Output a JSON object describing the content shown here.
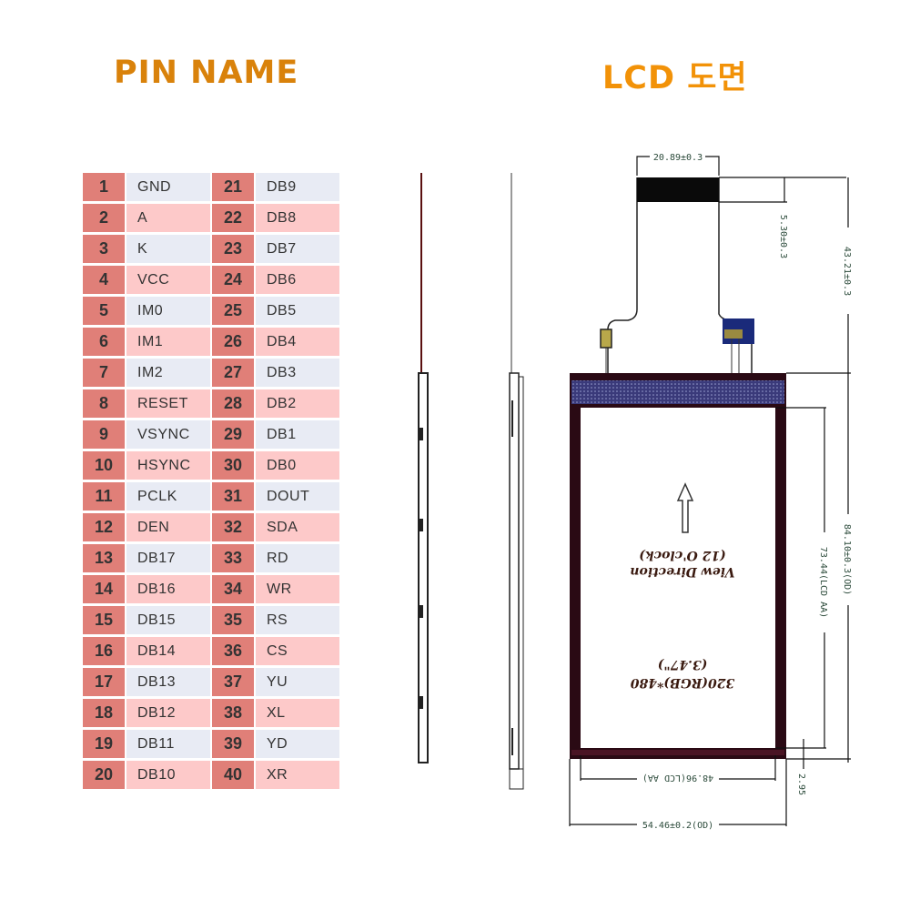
{
  "headings": {
    "pin_name": "PIN NAME",
    "lcd_drawing": "LCD 도면"
  },
  "colors": {
    "pin_heading": "#d9820b",
    "lcd_heading": "#f29208",
    "pin_number_cell": "#e07f78",
    "row_light_blue": "#e8ebf4",
    "row_light_pink": "#fdc9c9"
  },
  "pins": [
    {
      "left_no": "1",
      "left_name": "GND",
      "right_no": "21",
      "right_name": "DB9"
    },
    {
      "left_no": "2",
      "left_name": "A",
      "right_no": "22",
      "right_name": "DB8"
    },
    {
      "left_no": "3",
      "left_name": "K",
      "right_no": "23",
      "right_name": "DB7"
    },
    {
      "left_no": "4",
      "left_name": "VCC",
      "right_no": "24",
      "right_name": "DB6"
    },
    {
      "left_no": "5",
      "left_name": "IM0",
      "right_no": "25",
      "right_name": "DB5"
    },
    {
      "left_no": "6",
      "left_name": "IM1",
      "right_no": "26",
      "right_name": "DB4"
    },
    {
      "left_no": "7",
      "left_name": "IM2",
      "right_no": "27",
      "right_name": "DB3"
    },
    {
      "left_no": "8",
      "left_name": "RESET",
      "right_no": "28",
      "right_name": "DB2"
    },
    {
      "left_no": "9",
      "left_name": "VSYNC",
      "right_no": "29",
      "right_name": "DB1"
    },
    {
      "left_no": "10",
      "left_name": "HSYNC",
      "right_no": "30",
      "right_name": "DB0"
    },
    {
      "left_no": "11",
      "left_name": "PCLK",
      "right_no": "31",
      "right_name": "DOUT"
    },
    {
      "left_no": "12",
      "left_name": "DEN",
      "right_no": "32",
      "right_name": "SDA"
    },
    {
      "left_no": "13",
      "left_name": "DB17",
      "right_no": "33",
      "right_name": "RD"
    },
    {
      "left_no": "14",
      "left_name": "DB16",
      "right_no": "34",
      "right_name": "WR"
    },
    {
      "left_no": "15",
      "left_name": "DB15",
      "right_no": "35",
      "right_name": "RS"
    },
    {
      "left_no": "16",
      "left_name": "DB14",
      "right_no": "36",
      "right_name": "CS"
    },
    {
      "left_no": "17",
      "left_name": "DB13",
      "right_no": "37",
      "right_name": "YU"
    },
    {
      "left_no": "18",
      "left_name": "DB12",
      "right_no": "38",
      "right_name": "XL"
    },
    {
      "left_no": "19",
      "left_name": "DB11",
      "right_no": "39",
      "right_name": "YD"
    },
    {
      "left_no": "20",
      "left_name": "DB10",
      "right_no": "40",
      "right_name": "XR"
    }
  ],
  "drawing": {
    "dimensions": {
      "fpc_width": "20.89±0.3",
      "stiffener_height": "5.30±0.3",
      "fpc_length": "43.21±0.3",
      "outline_height": "84.10±0.3(OD)",
      "active_area_height": "73.44(LCD AA)",
      "active_area_width": "48.96(LCD AA)",
      "outline_width": "54.46±0.2(OD)",
      "bottom_margin": "2.95"
    },
    "labels": {
      "resolution": "320(RGB)*480",
      "size": "(3.47\")",
      "view_direction": "View Direction",
      "view_clock": "(12 O'clock)"
    }
  }
}
